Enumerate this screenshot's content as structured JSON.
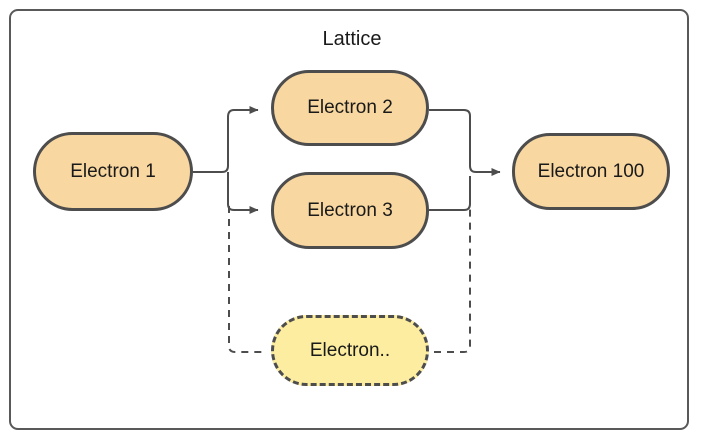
{
  "diagram": {
    "title": "Lattice",
    "type": "flowchart",
    "background": "#ffffff",
    "frame_border_color": "#595959",
    "node_border_color": "#4d4d4d",
    "node_fill_solid": "#f9d7a0",
    "node_fill_dashed": "#fceda0",
    "edge_color": "#4d4d4d",
    "nodes": [
      {
        "id": "e1",
        "label": "Electron 1",
        "style": "solid"
      },
      {
        "id": "e2",
        "label": "Electron 2",
        "style": "solid"
      },
      {
        "id": "e3",
        "label": "Electron 3",
        "style": "solid"
      },
      {
        "id": "e100",
        "label": "Electron 100",
        "style": "solid"
      },
      {
        "id": "edots",
        "label": "Electron..",
        "style": "dashed"
      }
    ],
    "edges": [
      {
        "from": "e1",
        "to": "e2",
        "style": "solid",
        "arrow": true
      },
      {
        "from": "e1",
        "to": "e3",
        "style": "solid",
        "arrow": true
      },
      {
        "from": "e2",
        "to": "e100",
        "style": "solid",
        "arrow": true
      },
      {
        "from": "e3",
        "to": "e100",
        "style": "solid",
        "arrow": true
      },
      {
        "from": "e1",
        "to": "edots",
        "style": "dashed",
        "arrow": false
      },
      {
        "from": "edots",
        "to": "e100",
        "style": "dashed",
        "arrow": false
      }
    ]
  }
}
